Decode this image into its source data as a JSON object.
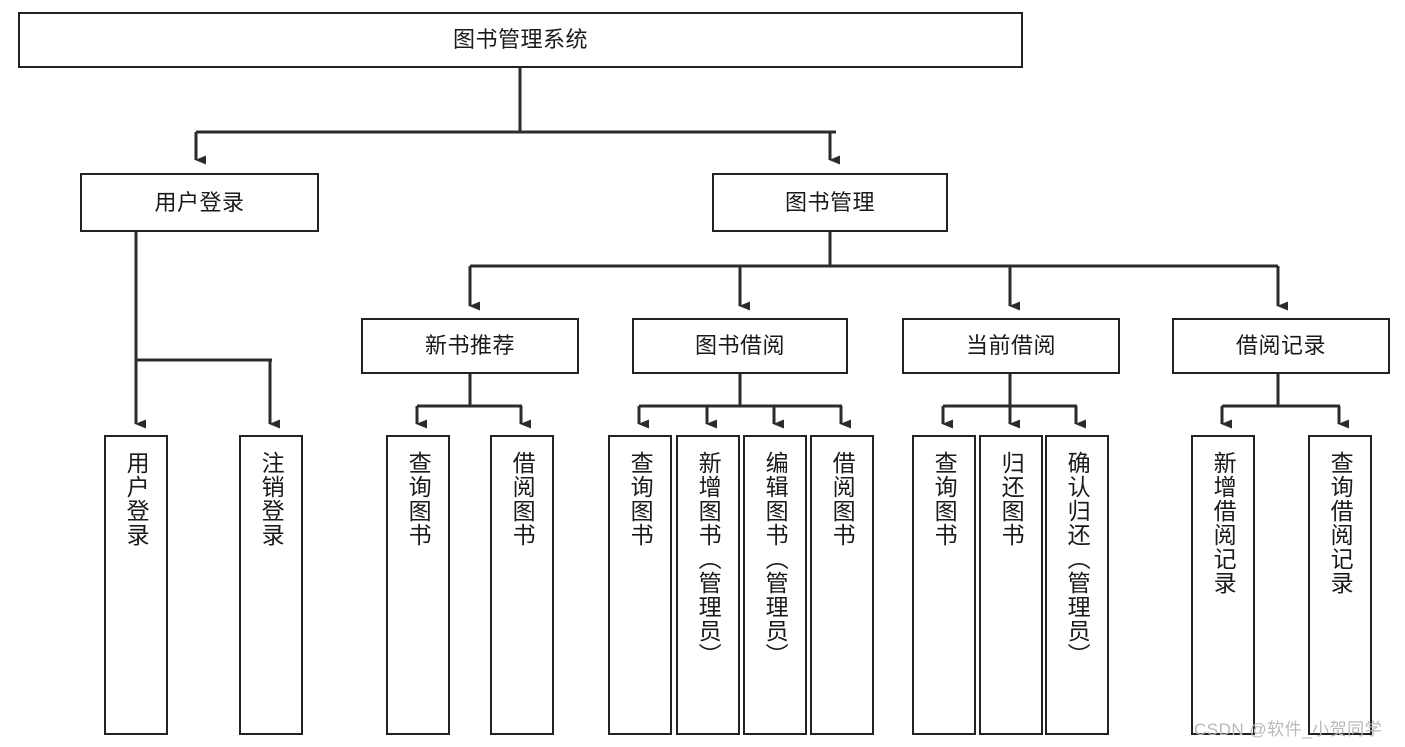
{
  "diagram": {
    "title": "图书管理系统",
    "type": "hierarchy-tree",
    "watermark": "CSDN @软件_小贺同学",
    "colors": {
      "box_border": "#222222",
      "box_fill": "#ffffff",
      "edge": "#2b2b2b",
      "text": "#1a1a1a",
      "watermark": "#b9b9b9",
      "background": "#ffffff"
    },
    "nodes": {
      "root": {
        "label": "图书管理系统"
      },
      "level2": [
        {
          "id": "user-login",
          "label": "用户登录"
        },
        {
          "id": "book-manage",
          "label": "图书管理"
        }
      ],
      "level3": [
        {
          "id": "new-book-recommend",
          "label": "新书推荐"
        },
        {
          "id": "book-borrow",
          "label": "图书借阅"
        },
        {
          "id": "current-borrow",
          "label": "当前借阅"
        },
        {
          "id": "borrow-record",
          "label": "借阅记录"
        }
      ],
      "leaves": {
        "user-login": [
          {
            "id": "leaf-user-login",
            "label": "用户登录"
          },
          {
            "id": "leaf-logout-login",
            "label": "注销登录"
          }
        ],
        "new-book-recommend": [
          {
            "id": "leaf-query-book-1",
            "label": "查询图书"
          },
          {
            "id": "leaf-borrow-book-1",
            "label": "借阅图书"
          }
        ],
        "book-borrow": [
          {
            "id": "leaf-query-book-2",
            "label": "查询图书"
          },
          {
            "id": "leaf-add-book-admin",
            "label": "新增图书（管理员）"
          },
          {
            "id": "leaf-edit-book-admin",
            "label": "编辑图书（管理员）"
          },
          {
            "id": "leaf-borrow-book-2",
            "label": "借阅图书"
          }
        ],
        "current-borrow": [
          {
            "id": "leaf-query-book-3",
            "label": "查询图书"
          },
          {
            "id": "leaf-return-book",
            "label": "归还图书"
          },
          {
            "id": "leaf-confirm-return-admin",
            "label": "确认归还（管理员）"
          }
        ],
        "borrow-record": [
          {
            "id": "leaf-add-borrow-record",
            "label": "新增借阅记录"
          },
          {
            "id": "leaf-query-borrow-record",
            "label": "查询借阅记录"
          }
        ]
      }
    }
  }
}
